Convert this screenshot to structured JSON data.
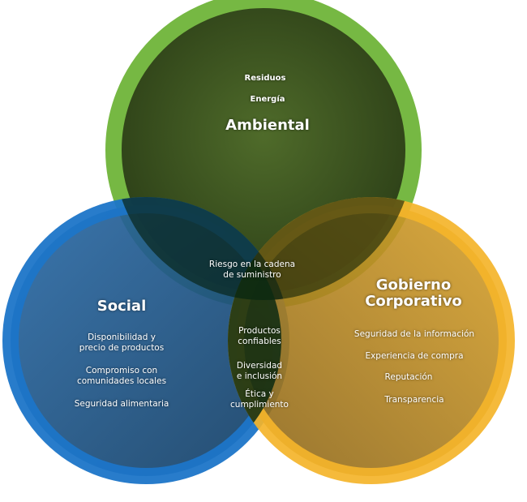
{
  "colors": {
    "green": "#76b843",
    "blue": "#1c75c8",
    "yellow": "#f4b42a"
  },
  "ambiental": {
    "title": "Ambiental",
    "items": [
      "Residuos",
      "Energía"
    ]
  },
  "social": {
    "title": "Social",
    "items": [
      "Disponibilidad y\nprecio de productos",
      "Compromiso con\ncomunidades locales",
      "Seguridad alimentaria"
    ]
  },
  "gobierno": {
    "title": "Gobierno\nCorporativo",
    "items": [
      "Seguridad de la información",
      "Experiencia de compra",
      "Reputación",
      "Transparencia"
    ]
  },
  "overlap": {
    "ambiental_social_gobierno": "Riesgo en la cadena\nde suministro",
    "social_gobierno": [
      "Productos\nconfiables",
      "Diversidad\ne inclusión",
      "Ética y\ncumplimiento"
    ]
  }
}
